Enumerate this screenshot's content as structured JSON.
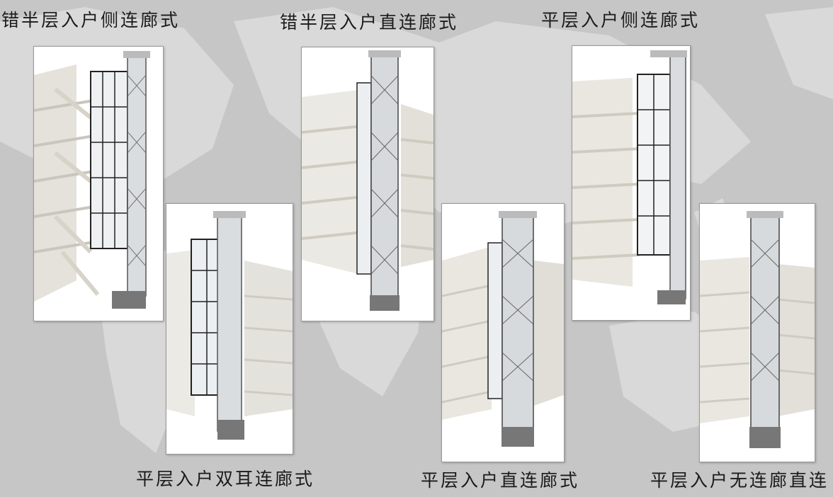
{
  "slide": {
    "background_color": "#c9c9c9",
    "map_color": "#dcdcdc",
    "text_color": "#1b1b1b"
  },
  "captions": [
    {
      "id": "c1",
      "text": "错半层入户侧连廊式"
    },
    {
      "id": "c2",
      "text": "错半层入户直连廊式"
    },
    {
      "id": "c3",
      "text": "平层入户侧连廊式"
    },
    {
      "id": "c4",
      "text": "平层入户双耳连廊式"
    },
    {
      "id": "c5",
      "text": "平层入户直连廊式"
    },
    {
      "id": "c6",
      "text": "平层入户无连廊直连"
    }
  ],
  "panels": [
    {
      "id": "p1",
      "icon": "elevator-staggered-side-corridor-render"
    },
    {
      "id": "p2",
      "icon": "elevator-staggered-direct-corridor-render"
    },
    {
      "id": "p3",
      "icon": "elevator-flat-side-corridor-render"
    },
    {
      "id": "p4",
      "icon": "elevator-flat-double-ear-corridor-render"
    },
    {
      "id": "p5",
      "icon": "elevator-flat-direct-corridor-render"
    },
    {
      "id": "p6",
      "icon": "elevator-flat-no-corridor-render"
    }
  ]
}
